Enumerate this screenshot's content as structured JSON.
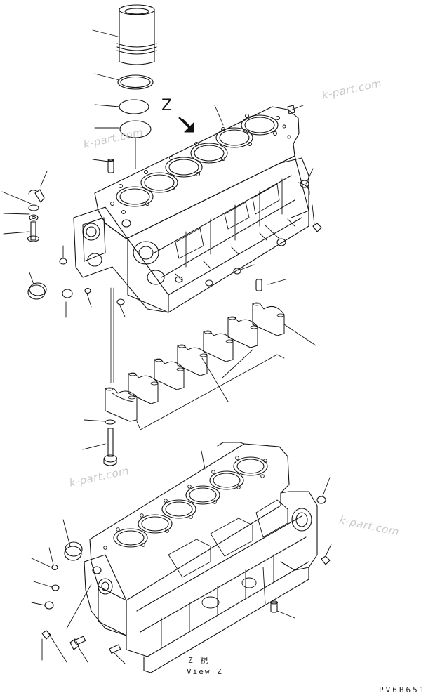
{
  "watermark": "k-part.com",
  "view_marker": "Z",
  "view_caption_jp": "Z 視",
  "view_caption_en": "View Z",
  "drawing_code": "PV6B651",
  "colors": {
    "line": "#111111",
    "watermark": "#c9c9c9",
    "background": "#ffffff"
  }
}
